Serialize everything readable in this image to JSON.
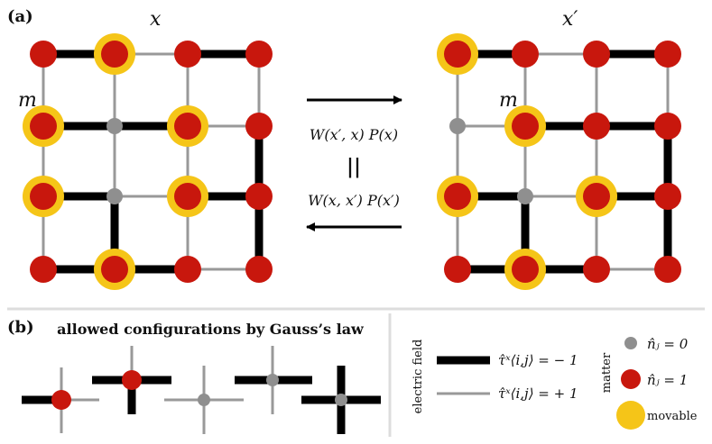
{
  "panel_a": {
    "label": "(a)",
    "left_config_label": "x",
    "right_config_label": "x′",
    "left_m_label": "m",
    "right_m_label": "m",
    "forward_rate": "W(x′, x) P(x)",
    "equality_sign": "||",
    "backward_rate": "W(x, x′) P(x′)"
  },
  "panel_b": {
    "label": "(b)",
    "title": "allowed configurations by Gauss’s law"
  },
  "legend": {
    "electric_field_title": "electric field",
    "thick_line_label": "τ̂ˣ⟨i,j⟩ = − 1",
    "thin_line_label": "τ̂ˣ⟨i,j⟩ = + 1",
    "matter_title": "matter",
    "empty_site_label": "n̂ⱼ = 0",
    "filled_site_label": "n̂ⱼ = 1",
    "movable_label": "movable"
  },
  "colors": {
    "occupied": "#c8170d",
    "empty": "#8f8f8f",
    "movable_halo": "#f5c518",
    "thick_link": "#000000",
    "thin_link": "#999999",
    "divider": "#dddddd"
  }
}
